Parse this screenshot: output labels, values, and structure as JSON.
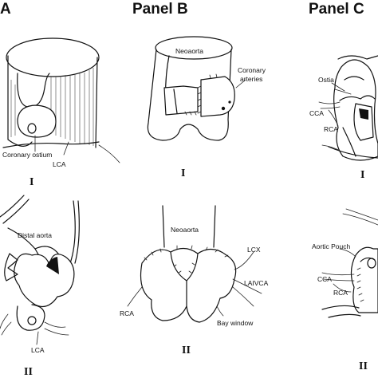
{
  "panels": {
    "a": {
      "title": "A"
    },
    "b": {
      "title": "Panel B"
    },
    "c": {
      "title": "Panel C"
    }
  },
  "panel_a": {
    "top": {
      "coronary_ostium": "Coronary ostium",
      "lca": "LCA",
      "numeral": "I"
    },
    "bottom": {
      "distal_aorta": "Distal aorta",
      "lca": "LCA",
      "numeral": "II"
    }
  },
  "panel_b": {
    "top": {
      "neoaorta": "Neoaorta",
      "coronary": "Coronary",
      "arteries": "arteries",
      "numeral": "I"
    },
    "bottom": {
      "neoaorta": "Neoaorta",
      "lcx": "LCX",
      "laivca": "LAIVCA",
      "rca": "RCA",
      "bay_window": "Bay window",
      "numeral": "II"
    }
  },
  "panel_c": {
    "top": {
      "ostia": "Ostia",
      "cca": "CCA",
      "rca": "RCA",
      "numeral": "I"
    },
    "bottom": {
      "aortic_pouch": "Aortic Pouch",
      "cca": "CCA",
      "rca": "RCA",
      "numeral": "II"
    }
  }
}
